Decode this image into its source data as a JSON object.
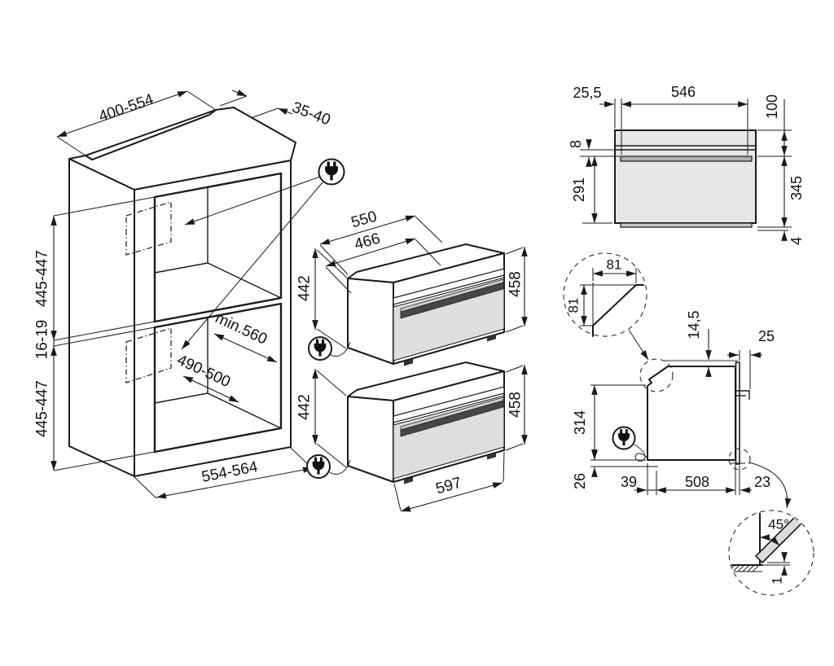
{
  "colors": {
    "line": "#1a1a1a",
    "door_face": "#e3e3e3",
    "door_glass": "#dedede",
    "handle_dark": "#474747",
    "handle_light": "#cfcfcf",
    "rear_body": "#e7e7e7",
    "rear_bar": "#b0b0b0",
    "rear_plinth": "#c9c9c9",
    "patch_gray": "#d8d8d8",
    "detail_door_gray": "#dcdcdc"
  },
  "cabinet": {
    "width_top": "400-554",
    "recess_depth": "35-40",
    "upper_niche_height": "445-447",
    "niche_gap": "16-19",
    "lower_niche_height": "445-447",
    "niche_depth": "min.560",
    "niche_width": "490-500",
    "width_bottom": "554-564"
  },
  "oven_top": {
    "depth_total": "550",
    "depth_body": "466",
    "height_rear": "442",
    "height_front": "458"
  },
  "oven_bottom": {
    "height_rear": "442",
    "height_front": "458",
    "width": "597"
  },
  "rear_view": {
    "side_offset": "25,5",
    "vent_width": "546",
    "height_top": "100",
    "gap": "8",
    "height_body": "291",
    "height_total": "345",
    "plinth": "4"
  },
  "side_view": {
    "chamfer_width": "81",
    "chamfer_height": "81",
    "top_clearance": "14,5",
    "front_clearance": "25",
    "height_rear": "314",
    "bottom_clearance": "26",
    "rear_gap": "39",
    "body_depth": "508",
    "door_depth": "23",
    "door_angle": "45°",
    "door_clearance": "1"
  },
  "icons": {
    "power_plug": "power-plug"
  }
}
